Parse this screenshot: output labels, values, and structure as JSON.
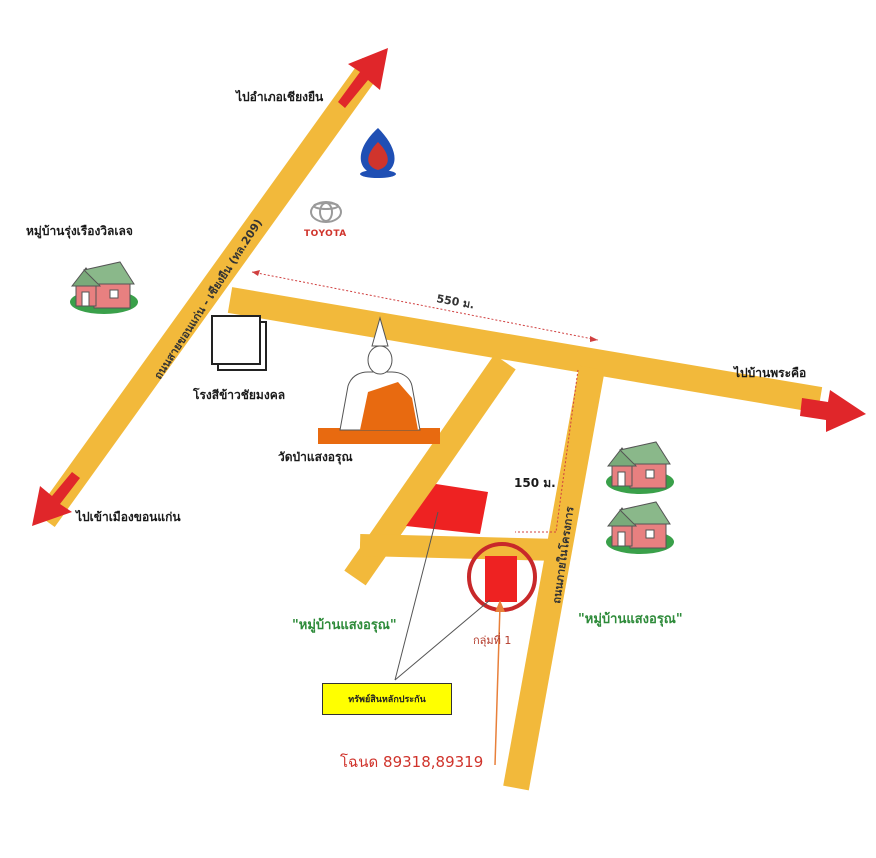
{
  "labels": {
    "to_chiang_yuen": "ไปอำเภอเชียงยืน",
    "village_rungrueang": "หมู่บ้านรุ่งเรืองวิลเลจ",
    "toyota": "TOYOTA",
    "main_road": "ถนนสายขอนแก่น - เชียงยืน (ทล.209)",
    "distance_550": "550 ม.",
    "rice_mill": "โรงสีข้าวชัยมงคล",
    "to_ban_phra_khue": "ไปบ้านพระคือ",
    "temple": "วัดป่าแสงอรุณ",
    "distance_150": "150 ม.",
    "to_khon_kaen_city": "ไปเข้าเมืองขอนแก่น",
    "rong_kan_road": "ถนนภายในโครงการ",
    "village_saeng_arun_left": "\"หมู่บ้านแสงอรุณ\"",
    "village_saeng_arun_right": "\"หมู่บ้านแสงอรุณ\"",
    "group_1": "กลุ่มที่ 1",
    "sign": "ทรัพย์สินหลักประกัน",
    "deed": "โฉนด 89318,89319"
  },
  "colors": {
    "road": "#f2b93b",
    "arrow": "#e0262a",
    "plot": "#ee2222",
    "highlight_circle": "#c8282a",
    "distance_line": "#d04040",
    "village_text": "#2e8b3a",
    "sign_bg": "#ffff00"
  },
  "icons": [
    "gas-station-icon",
    "toyota-logo-icon",
    "house-icon",
    "building-icon",
    "buddha-statue-icon"
  ]
}
